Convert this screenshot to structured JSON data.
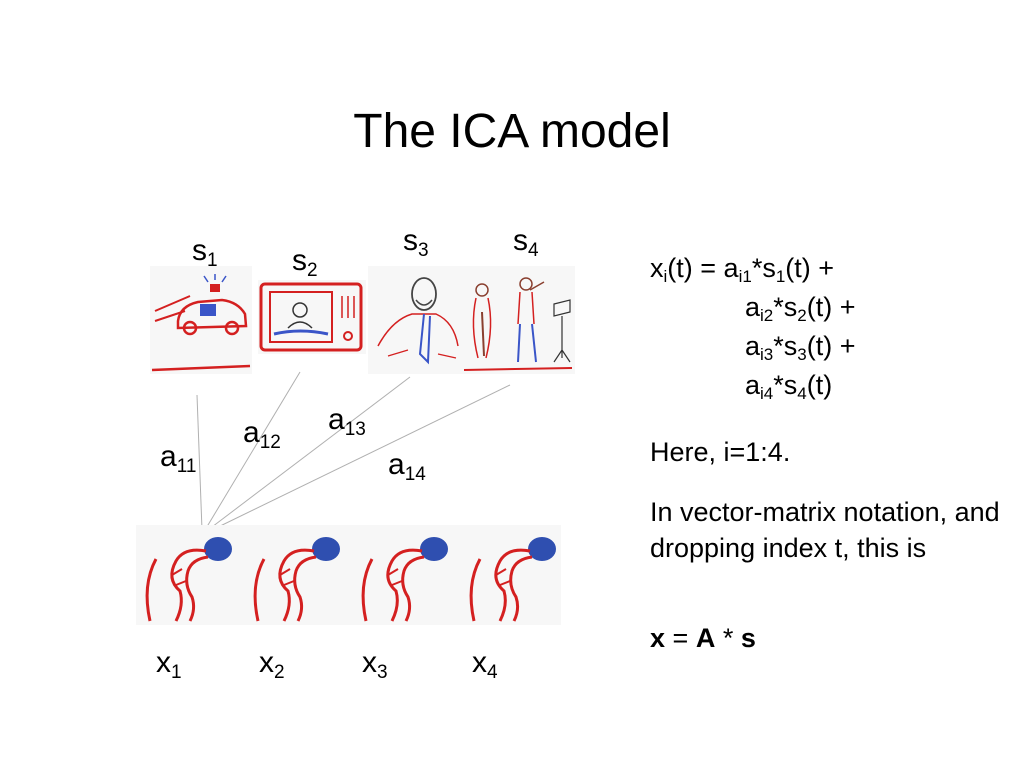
{
  "title": "The ICA model",
  "sources": [
    {
      "base": "s",
      "sub": "1",
      "icon": "police-car"
    },
    {
      "base": "s",
      "sub": "2",
      "icon": "tv-announcer"
    },
    {
      "base": "s",
      "sub": "3",
      "icon": "speaker-man"
    },
    {
      "base": "s",
      "sub": "4",
      "icon": "musicians"
    }
  ],
  "weights": [
    {
      "base": "a",
      "sub": "11"
    },
    {
      "base": "a",
      "sub": "12"
    },
    {
      "base": "a",
      "sub": "13"
    },
    {
      "base": "a",
      "sub": "14"
    }
  ],
  "mixtures": [
    {
      "base": "x",
      "sub": "1",
      "icon": "microphone"
    },
    {
      "base": "x",
      "sub": "2",
      "icon": "microphone"
    },
    {
      "base": "x",
      "sub": "3",
      "icon": "microphone"
    },
    {
      "base": "x",
      "sub": "4",
      "icon": "microphone"
    }
  ],
  "equation": {
    "lhs_base": "x",
    "lhs_sub": "i",
    "lhs_rest": "(t) = ",
    "terms": [
      {
        "a": "a",
        "a_sub": "i1",
        "mid": "*s",
        "s_sub": "1",
        "tail": "(t) +"
      },
      {
        "a": "a",
        "a_sub": "i2",
        "mid": "*s",
        "s_sub": "2",
        "tail": "(t) +"
      },
      {
        "a": "a",
        "a_sub": "i3",
        "mid": "*s",
        "s_sub": "3",
        "tail": "(t) +"
      },
      {
        "a": "a",
        "a_sub": "i4",
        "mid": "*s",
        "s_sub": "4",
        "tail": "(t)"
      }
    ]
  },
  "note_range": "Here, i=1:4.",
  "note_vector": "In vector-matrix notation, and dropping index t, this is",
  "vector_eq": {
    "x": "x",
    "eq": " = ",
    "A": "A",
    "star": " * ",
    "s": "s"
  },
  "colors": {
    "sketch_red": "#d42020",
    "sketch_blue": "#3a55c8",
    "mic_head": "#2f4fb0"
  }
}
